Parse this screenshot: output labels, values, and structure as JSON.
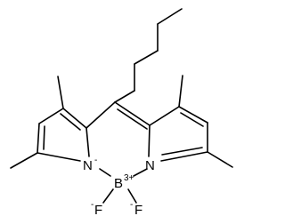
{
  "molecule": {
    "atoms": {
      "nitrogen_left": {
        "symbol": "N",
        "charge": "-"
      },
      "nitrogen_right": {
        "symbol": "N",
        "charge": ""
      },
      "boron": {
        "symbol": "B",
        "charge": "3+"
      },
      "fluorine_left": {
        "symbol": "F",
        "charge": "-"
      },
      "fluorine_right": {
        "symbol": "F",
        "charge": "-"
      }
    }
  },
  "colors": {
    "bond": "#000000",
    "text": "#000000",
    "background": "#ffffff"
  }
}
